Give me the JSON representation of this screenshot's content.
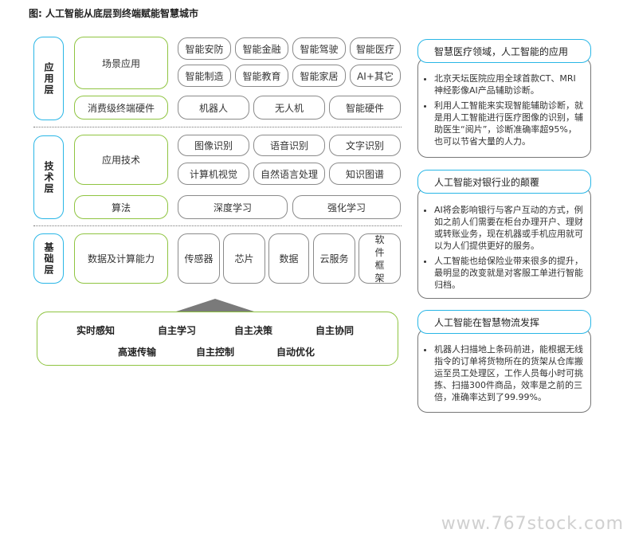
{
  "title": "图: 人工智能从底层到终端赋能智慧城市",
  "layers": {
    "application": {
      "label": "应用层",
      "scene": "场景应用",
      "scene_items": [
        "智能安防",
        "智能金融",
        "智能驾驶",
        "智能医疗",
        "智能制造",
        "智能教育",
        "智能家居",
        "AI+其它"
      ],
      "hardware": "消费级终端硬件",
      "hardware_items": [
        "机器人",
        "无人机",
        "智能硬件"
      ]
    },
    "technology": {
      "label": "技术层",
      "applied": "应用技术",
      "applied_items": [
        "图像识别",
        "语音识别",
        "文字识别",
        "计算机视觉",
        "自然语言处理",
        "知识图谱"
      ],
      "algorithm": "算法",
      "algorithm_items": [
        "深度学习",
        "强化学习"
      ]
    },
    "foundation": {
      "label": "基础层",
      "compute": "数据及计算能力",
      "compute_items": [
        "传感器",
        "芯片",
        "数据",
        "云服务",
        "软件框架"
      ]
    }
  },
  "capabilities": {
    "row1": [
      "实时感知",
      "自主学习",
      "自主决策",
      "自主协同"
    ],
    "row2": [
      "高速传输",
      "自主控制",
      "自动优化"
    ]
  },
  "cases": [
    {
      "title": "智慧医疗领域，人工智能的应用",
      "points": [
        "北京天坛医院应用全球首款CT、MRI神经影像AI产品辅助诊断。",
        "利用人工智能来实现智能辅助诊断，就是用人工智能进行医疗图像的识别，辅助医生“阅片”，诊断准确率超95%，也可以节省大量的人力。"
      ]
    },
    {
      "title": "人工智能对银行业的颠覆",
      "points": [
        "AI将会影响银行与客户互动的方式，例如之前人们需要在柜台办理开户、理财或转账业务，现在机器或手机应用就可以为人们提供更好的服务。",
        "人工智能也给保险业带来很多的提升，最明显的改变就是对客服工单进行智能归档。"
      ]
    },
    {
      "title": "人工智能在智慧物流发挥",
      "points": [
        "机器人扫描地上条码前进，能根据无线指令的订单将货物所在的货架从仓库搬运至员工处理区，工作人员每小时可挑拣、扫描300件商品，效率是之前的三倍，准确率达到了99.99%。"
      ]
    }
  ],
  "watermark": "www.767stock.com",
  "colors": {
    "green": "#8fc441",
    "blue": "#29b6e6",
    "gray": "#8a8a8a"
  }
}
